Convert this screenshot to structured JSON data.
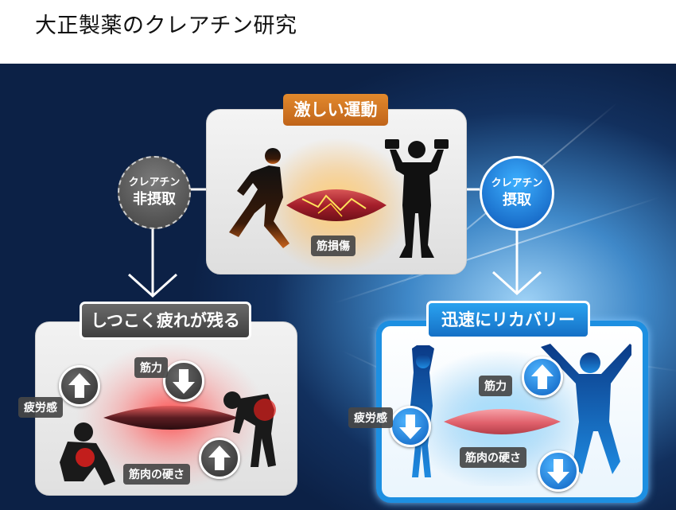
{
  "title": "大正製薬のクレアチン研究",
  "top": {
    "header": "激しい運動",
    "muscle_label": "筋損傷"
  },
  "left_circle": {
    "line1": "クレアチン",
    "line2": "非摂取"
  },
  "right_circle": {
    "line1": "クレアチン",
    "line2": "摂取"
  },
  "left": {
    "header": "しつこく疲れが残る",
    "fatigue": "疲労感",
    "strength": "筋力",
    "stiffness": "筋肉の硬さ"
  },
  "right": {
    "header": "迅速にリカバリー",
    "fatigue": "疲労感",
    "strength": "筋力",
    "stiffness": "筋肉の硬さ"
  },
  "colors": {
    "orange": "#d9782a",
    "blue": "#1d8fe1",
    "gray": "#4a4a4a",
    "muscle_red": "#d93a3a"
  }
}
